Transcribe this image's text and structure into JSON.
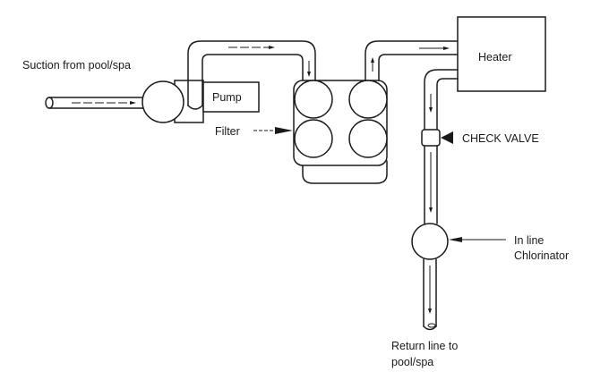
{
  "diagram": {
    "title": "Pool/spa circulation system",
    "labels": {
      "suction": "Suction from pool/spa",
      "pump": "Pump",
      "filter": "Filter",
      "heater": "Heater",
      "check_valve": "CHECK VALVE",
      "chlorinator_line1": "In line",
      "chlorinator_line2": "Chlorinator",
      "return_line1": "Return line to",
      "return_line2": "pool/spa"
    },
    "flow_sequence": [
      "Suction from pool/spa",
      "Pump",
      "Filter",
      "Heater",
      "CHECK VALVE",
      "In line Chlorinator",
      "Return line to pool/spa"
    ],
    "colors": {
      "ink": "#1a1a1a",
      "background": "#ffffff"
    }
  }
}
